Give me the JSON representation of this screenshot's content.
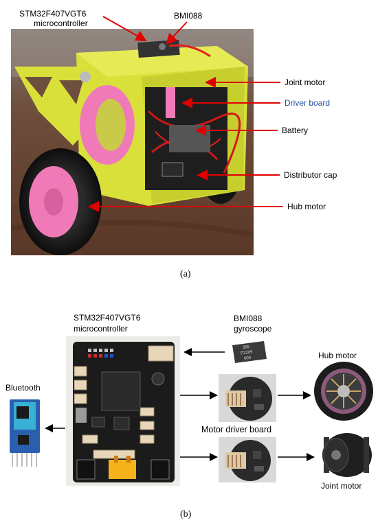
{
  "panel_a": {
    "caption": "(a)",
    "labels": {
      "mcu": "STM32F407VGT6",
      "mcu_sub": "microcontroller",
      "imu": "BMI088",
      "joint_motor": "Joint motor",
      "driver_board": "Driver board",
      "battery": "Battery",
      "distributor_cap": "Distributor cap",
      "hub_motor": "Hub motor"
    },
    "colors": {
      "arrow": "#e00000",
      "driver_label": "#1f4e9a",
      "frame": "#d9e03a",
      "wheel_hub": "#f07ab8"
    }
  },
  "panel_b": {
    "caption": "(b)",
    "labels": {
      "mcu": "STM32F407VGT6",
      "mcu_sub": "microcontroller",
      "imu": "BMI088",
      "imu_sub": "gyroscope",
      "chip_text": "365\nP2209\n609",
      "bluetooth": "Bluetooth",
      "hub_motor": "Hub motor",
      "motor_driver_board": "Motor driver board",
      "joint_motor": "Joint motor"
    }
  }
}
